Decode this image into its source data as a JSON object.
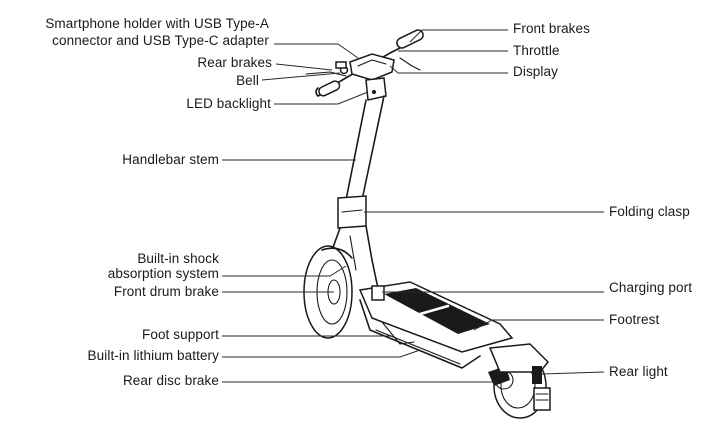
{
  "labels": {
    "phone_holder_line1": "Smartphone holder with USB Type-A",
    "phone_holder_line2": "connector and USB Type-C adapter",
    "rear_brakes": "Rear brakes",
    "bell": "Bell",
    "led_backlight": "LED backlight",
    "handlebar_stem": "Handlebar stem",
    "shock_line1": "Built-in shock",
    "shock_line2": "absorption system",
    "front_drum_brake": "Front drum brake",
    "foot_support": "Foot support",
    "lithium_battery": "Built-in lithium battery",
    "rear_disc_brake": "Rear disc brake",
    "front_brakes": "Front brakes",
    "throttle": "Throttle",
    "display": "Display",
    "folding_clasp": "Folding clasp",
    "charging_port": "Charging port",
    "footrest": "Footrest",
    "rear_light": "Rear light"
  }
}
